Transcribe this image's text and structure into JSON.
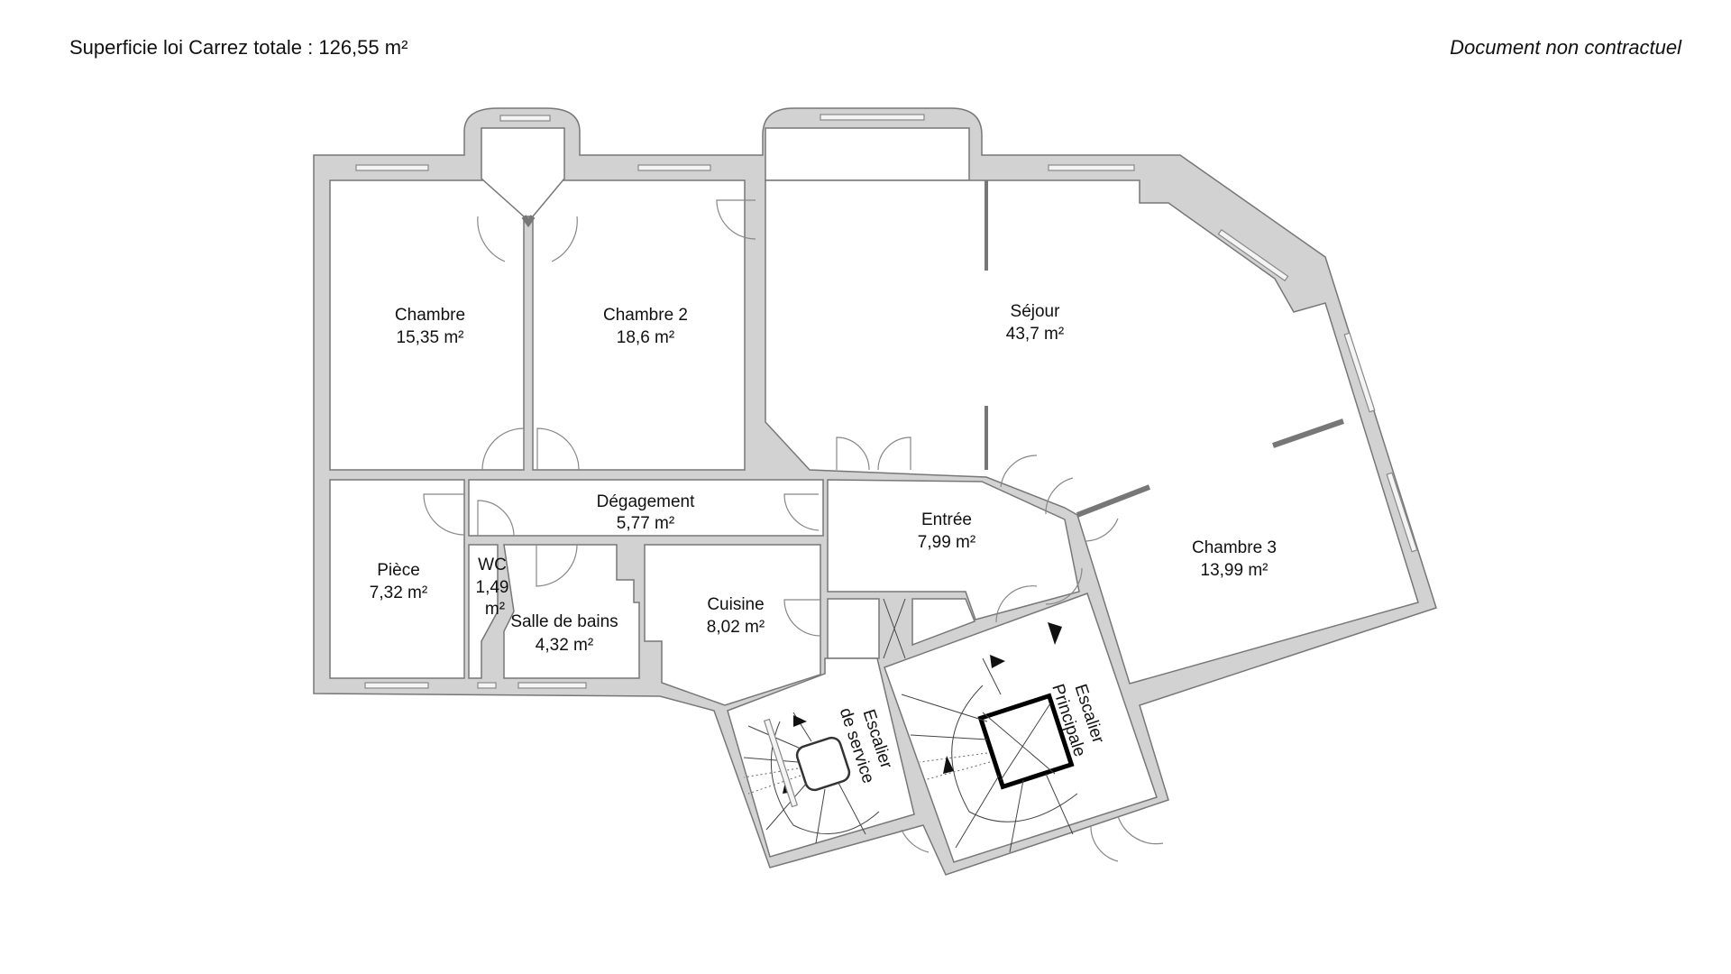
{
  "header": {
    "total_area": "Superficie loi Carrez totale : 126,55 m²",
    "disclaimer": "Document non contractuel"
  },
  "rooms": {
    "chambre": {
      "name": "Chambre",
      "area": "15,35 m²"
    },
    "chambre2": {
      "name": "Chambre 2",
      "area": "18,6 m²"
    },
    "sejour": {
      "name": "Séjour",
      "area": "43,7 m²"
    },
    "degagement": {
      "name": "Dégagement",
      "area": "5,77 m²"
    },
    "entree": {
      "name": "Entrée",
      "area": "7,99 m²"
    },
    "chambre3": {
      "name": "Chambre 3",
      "area": "13,99 m²"
    },
    "piece": {
      "name": "Pièce",
      "area": "7,32 m²"
    },
    "wc": {
      "name": "WC",
      "area_num": "1,49",
      "area_unit": "m²"
    },
    "sdb": {
      "name": "Salle de bains",
      "area": "4,32 m²"
    },
    "cuisine": {
      "name": "Cuisine",
      "area": "8,02 m²"
    }
  },
  "stairs": {
    "service": {
      "line1": "Escalier",
      "line2": "de service"
    },
    "principale": {
      "line1": "Escalier",
      "line2": "Principale"
    }
  },
  "colors": {
    "wall": "#d2d2d2",
    "outline": "#777777"
  }
}
